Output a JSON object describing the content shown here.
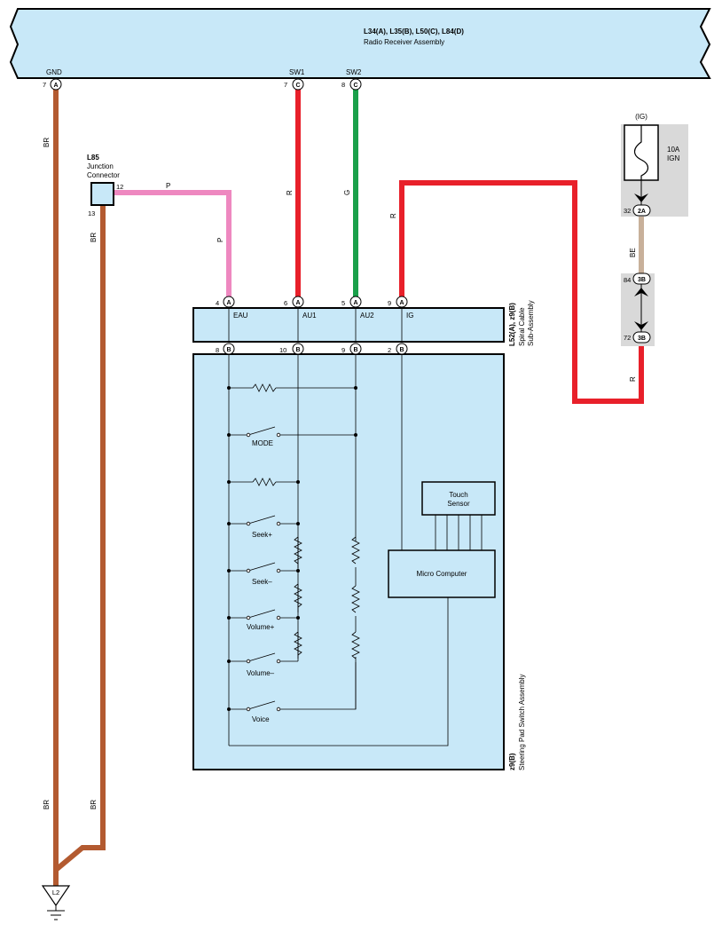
{
  "radio": {
    "ids": "L34(A), L35(B), L50(C), L84(D)",
    "name": "Radio Receiver Assembly",
    "gnd_label": "GND",
    "sw1_label": "SW1",
    "sw2_label": "SW2",
    "gnd_pin": "7",
    "sw1_pin": "7",
    "sw2_pin": "8",
    "gnd_conn": "A",
    "sw1_conn": "C",
    "sw2_conn": "C"
  },
  "junction": {
    "id": "L85",
    "name_line1": "Junction",
    "name_line2": "Connector",
    "pin_in": "12",
    "pin_out": "13"
  },
  "spiral": {
    "id": "L52(A), z9(B)",
    "name_line1": "Spiral Cable",
    "name_line2": "Sub-Assembly",
    "top_pins": [
      {
        "num": "4",
        "conn": "A",
        "label": "EAU"
      },
      {
        "num": "6",
        "conn": "A",
        "label": "AU1"
      },
      {
        "num": "5",
        "conn": "A",
        "label": "AU2"
      },
      {
        "num": "9",
        "conn": "A",
        "label": "IG"
      }
    ],
    "bottom_pins": [
      {
        "num": "8",
        "conn": "B"
      },
      {
        "num": "10",
        "conn": "B"
      },
      {
        "num": "9",
        "conn": "B"
      },
      {
        "num": "2",
        "conn": "B"
      }
    ]
  },
  "steering": {
    "id": "z9(B)",
    "name": "Steering Pad Switch Assembly",
    "switches": [
      "MODE",
      "Seek+",
      "Seek–",
      "Volume+",
      "Volume–",
      "Voice"
    ],
    "touch_sensor_line1": "Touch",
    "touch_sensor_line2": "Sensor",
    "micro_computer": "Micro Computer"
  },
  "fuse": {
    "source": "(IG)",
    "rating": "10A",
    "name": "IGN",
    "pin_top_num": "32",
    "pin_top_conn": "2A",
    "pin_mid_num": "84",
    "pin_mid_conn": "3B",
    "pin_bot_num": "72",
    "pin_bot_conn": "3B"
  },
  "wire_colors": {
    "gnd_left": "BR",
    "sw1": "R",
    "sw2": "G",
    "ig": "R",
    "junction_out": "P",
    "eau_drop": "P",
    "junction_down": "BR",
    "gnd_left_bottom": "BR",
    "junction_bottom": "BR",
    "fuse_out": "BE",
    "fuse_return": "R"
  },
  "ground": {
    "id": "L2"
  },
  "colors": {
    "br": "#b35a30",
    "red": "#e8202a",
    "green": "#1aa04a",
    "pink": "#ee88c0",
    "beige": "#c8b09a",
    "box_fill": "#c8e8f8",
    "fuse_box": "#d9d9d9"
  }
}
